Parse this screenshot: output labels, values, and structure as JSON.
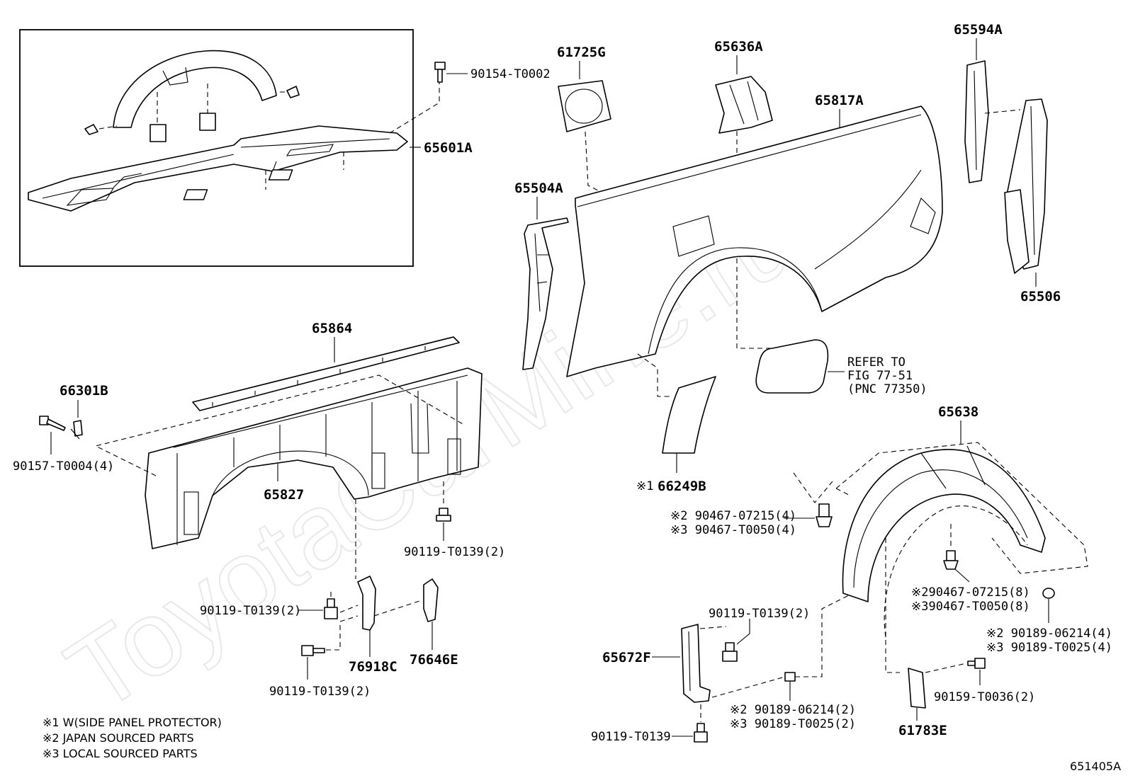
{
  "diagram": {
    "watermark": "ToyotaCarMine.ru",
    "figure_code": "651405A",
    "parts": {
      "p65601A": "65601A",
      "p90154": "90154-T0002",
      "p61725G": "61725G",
      "p65636A": "65636A",
      "p65594A": "65594A",
      "p65817A": "65817A",
      "p65504A": "65504A",
      "p65506": "65506",
      "p65864": "65864",
      "p66301B": "66301B",
      "p90157": "90157-T0004(4)",
      "p65827": "65827",
      "p90119a": "90119-T0139(2)",
      "p90119b": "90119-T0139(2)",
      "p90119c": "90119-T0139(2)",
      "p76918C": "76918C",
      "p76646E": "76646E",
      "p66249B": "66249B",
      "p66249B_mark": "※1",
      "refer1": "REFER TO",
      "refer2": "FIG 77-51",
      "refer3": "(PNC 77350)",
      "p65638": "65638",
      "p90467a": "※2 90467-07215(4)",
      "p90467b": "※3 90467-T0050(4)",
      "p90467c": "※290467-07215(8)",
      "p90467d": "※390467-T0050(8)",
      "p90189a": "※2 90189-06214(4)",
      "p90189b": "※3 90189-T0025(4)",
      "p90119d": "90119-T0139(2)",
      "p65672F": "65672F",
      "p90189c": "※2 90189-06214(2)",
      "p90189d": "※3 90189-T0025(2)",
      "p90119e": "90119-T0139",
      "p90159": "90159-T0036(2)",
      "p61783E": "61783E"
    },
    "notes": [
      "※1 W(SIDE PANEL PROTECTOR)",
      "※2 JAPAN SOURCED PARTS",
      "※3 LOCAL SOURCED PARTS"
    ]
  }
}
